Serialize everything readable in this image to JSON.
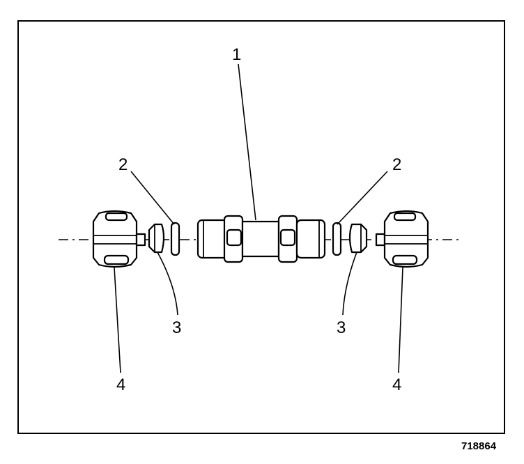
{
  "callouts": {
    "fitting": "1",
    "washer_left": "2",
    "washer_right": "2",
    "ferrule_left": "3",
    "ferrule_right": "3",
    "nut_left": "4",
    "nut_right": "4"
  },
  "figure_id": "718864"
}
